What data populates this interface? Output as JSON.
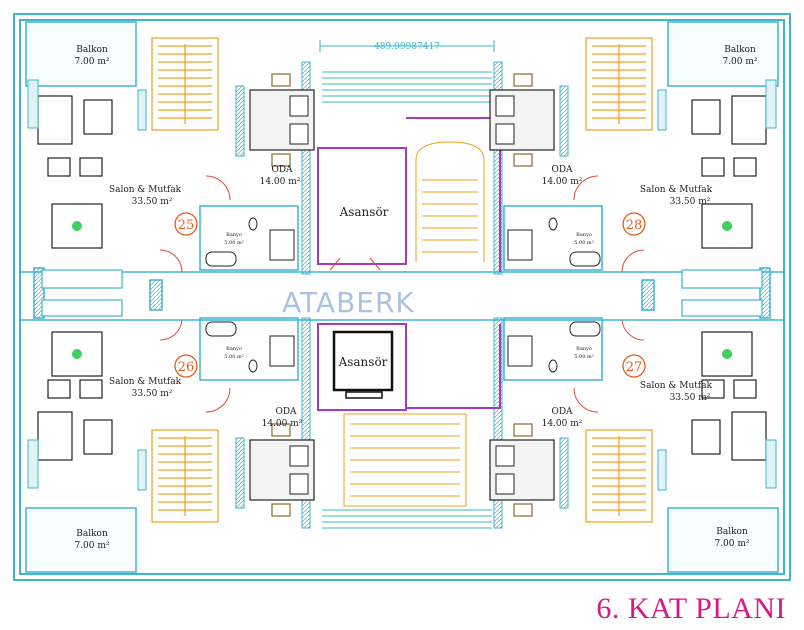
{
  "plan_title": "6. KAT PLANI",
  "dimension_text": "489.99987417",
  "watermark": "ATABERK",
  "elevators": {
    "label": "Asansör"
  },
  "rooms": {
    "balkon": {
      "name": "Balkon",
      "area": "7.00 m²"
    },
    "salon": {
      "name": "Salon & Mutfak",
      "area": "33.50 m²"
    },
    "oda": {
      "name": "ODA",
      "area": "14.00 m²"
    },
    "banyo": {
      "name": "Banyo",
      "area": "5.00 m²"
    }
  },
  "units": [
    "25",
    "26",
    "27",
    "28"
  ],
  "colors": {
    "wall": "#3fb6cf",
    "window_fill": "#dff3f6",
    "stair": "#f0a01e",
    "core": "#a23bbd",
    "unit_circle": "#e85a1a",
    "title": "#d6188a",
    "door_arc": "#e04a3a",
    "furniture": "#222222"
  }
}
